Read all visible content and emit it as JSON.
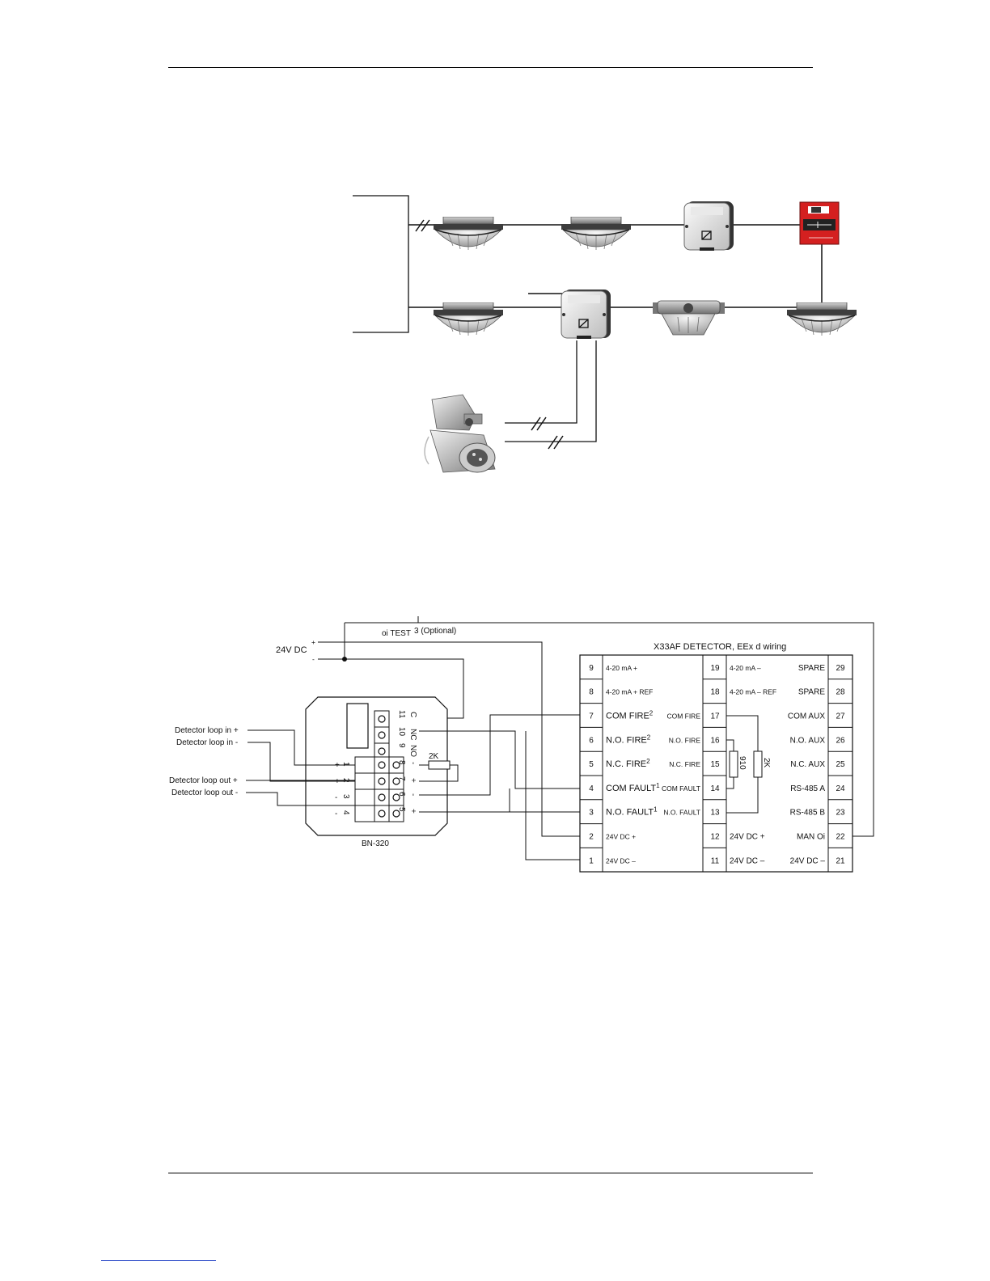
{
  "top_diagram": {
    "devices": [
      {
        "name": "ceiling-detector",
        "icon": "smoke-detector-icon"
      },
      {
        "name": "ceiling-detector",
        "icon": "smoke-detector-icon"
      },
      {
        "name": "interface-unit",
        "icon": "interface-box-icon"
      },
      {
        "name": "manual-call-point",
        "icon": "call-point-icon",
        "color": "#d42020"
      },
      {
        "name": "ceiling-detector",
        "icon": "smoke-detector-icon"
      },
      {
        "name": "interface-unit",
        "icon": "interface-box-icon"
      },
      {
        "name": "heat-detector",
        "icon": "heat-detector-icon"
      },
      {
        "name": "ceiling-detector",
        "icon": "smoke-detector-icon"
      },
      {
        "name": "flame-detector",
        "icon": "flame-detector-icon"
      }
    ]
  },
  "wiring": {
    "supply_label": "24V DC",
    "plus": "+",
    "minus": "-",
    "test_label": "oi TEST",
    "test_optional": "3 (Optional)",
    "resistor_2k": "2K",
    "bn_label": "BN-320",
    "bn_relay": {
      "rot_labels": [
        "C",
        "NC",
        "NO",
        "-",
        "+",
        "-",
        "+"
      ],
      "rot_nums": [
        "11",
        "10",
        "9",
        "8",
        "7",
        "6",
        "5"
      ],
      "term_signs": [
        "+",
        "+",
        "-",
        "-"
      ],
      "term_nums": [
        "1",
        "2",
        "3",
        "4"
      ]
    },
    "loop_labels": [
      "Detector loop in +",
      "Detector loop in -",
      "Detector loop out +",
      "Detector loop out -"
    ],
    "x33_title": "X33AF DETECTOR, EEx d wiring",
    "x33_rows": [
      {
        "ln": "9",
        "ll": "4-20 mA +",
        "lm": "",
        "rn": "19",
        "rl": "4-20 mA –",
        "rr": "SPARE",
        "fn": "29"
      },
      {
        "ln": "8",
        "ll": "4-20 mA + REF",
        "lm": "",
        "rn": "18",
        "rl": "4-20 mA – REF",
        "rr": "SPARE",
        "fn": "28"
      },
      {
        "ln": "7",
        "ll": "COM FIRE",
        "sup": "2",
        "lm": "COM FIRE",
        "rn": "17",
        "rl": "",
        "rr": "COM AUX",
        "fn": "27"
      },
      {
        "ln": "6",
        "ll": "N.O. FIRE",
        "sup": "2",
        "lm": "N.O. FIRE",
        "rn": "16",
        "rl": "",
        "rr": "N.O. AUX",
        "fn": "26"
      },
      {
        "ln": "5",
        "ll": "N.C. FIRE",
        "sup": "2",
        "lm": "N.C. FIRE",
        "rn": "15",
        "rl": "",
        "rr": "N.C. AUX",
        "fn": "25"
      },
      {
        "ln": "4",
        "ll": "COM FAULT",
        "sup": "1",
        "lm": "COM FAULT",
        "rn": "14",
        "rl": "",
        "rr": "RS-485 A",
        "fn": "24"
      },
      {
        "ln": "3",
        "ll": "N.O. FAULT",
        "sup": "1",
        "lm": "N.O. FAULT",
        "rn": "13",
        "rl": "",
        "rr": "RS-485 B",
        "fn": "23"
      },
      {
        "ln": "2",
        "ll": "24V DC +",
        "lm": "",
        "rn": "12",
        "rl": "24V DC +",
        "rr": "MAN Oi",
        "fn": "22"
      },
      {
        "ln": "1",
        "ll": "24V DC –",
        "lm": "",
        "rn": "11",
        "rl": "24V DC –",
        "rr": "24V DC –",
        "fn": "21"
      }
    ],
    "res_910": "910",
    "res_2k": "2K"
  }
}
